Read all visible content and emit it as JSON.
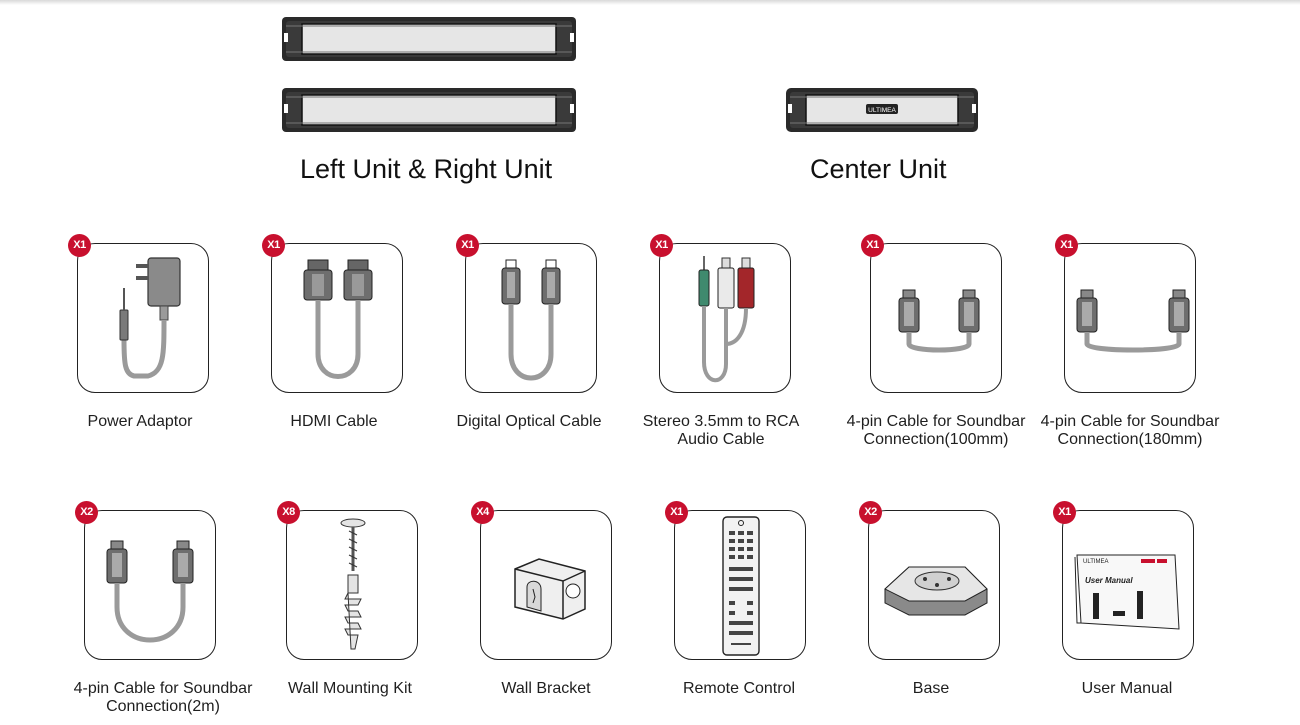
{
  "units": {
    "left_right_label": "Left Unit & Right Unit",
    "center_label": "Center Unit",
    "center_logo_text": "ULTIMEA"
  },
  "accessories": [
    {
      "name": "power-adaptor",
      "icon": "power-adaptor-icon",
      "qty": "X1",
      "label": "Power Adaptor"
    },
    {
      "name": "hdmi-cable",
      "icon": "hdmi-cable-icon",
      "qty": "X1",
      "label": "HDMI Cable"
    },
    {
      "name": "digital-optical-cable",
      "icon": "optical-cable-icon",
      "qty": "X1",
      "label": "Digital Optical Cable"
    },
    {
      "name": "stereo-rca-cable",
      "icon": "rca-cable-icon",
      "qty": "X1",
      "label": "Stereo 3.5mm to RCA\nAudio Cable"
    },
    {
      "name": "4pin-cable-100mm",
      "icon": "4pin-cable-short-icon",
      "qty": "X1",
      "label": "4-pin Cable for Soundbar\nConnection(100mm)"
    },
    {
      "name": "4pin-cable-180mm",
      "icon": "4pin-cable-medium-icon",
      "qty": "X1",
      "label": "4-pin Cable for Soundbar\nConnection(180mm)"
    },
    {
      "name": "4pin-cable-2m",
      "icon": "4pin-cable-long-icon",
      "qty": "X2",
      "label": "4-pin Cable for Soundbar\nConnection(2m)"
    },
    {
      "name": "wall-mounting-kit",
      "icon": "screw-anchor-icon",
      "qty": "X8",
      "label": "Wall Mounting Kit"
    },
    {
      "name": "wall-bracket",
      "icon": "wall-bracket-icon",
      "qty": "X4",
      "label": "Wall Bracket"
    },
    {
      "name": "remote-control",
      "icon": "remote-control-icon",
      "qty": "X1",
      "label": "Remote Control"
    },
    {
      "name": "base",
      "icon": "base-stand-icon",
      "qty": "X2",
      "label": "Base"
    },
    {
      "name": "user-manual",
      "icon": "user-manual-icon",
      "qty": "X1",
      "label": "User Manual"
    }
  ],
  "manual_cover": {
    "brand": "ULTIMEA",
    "title": "User Manual"
  },
  "colors": {
    "badge": "#c8102e",
    "rca_red": "#a3262a",
    "rca_green": "#3f8a6e",
    "cable_gray": "#9a9a9a"
  }
}
